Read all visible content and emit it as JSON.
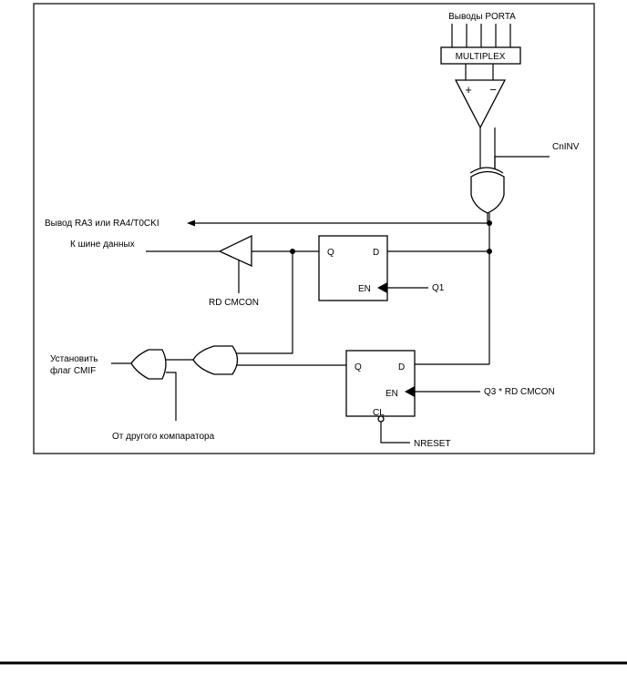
{
  "diagram": {
    "porta_label": "Выводы PORTA",
    "multiplex_label": "MULTIPLEX",
    "plus_sign": "+",
    "minus_sign": "−",
    "cninv_label": "CnINV",
    "ra_output_label": "Вывод RA3 или RA4/T0CKI",
    "databus_label": "К шине данных",
    "rd_cmcon_label": "RD CMCON",
    "latch1": {
      "q": "Q",
      "d": "D",
      "en": "EN",
      "en_signal": "Q1"
    },
    "latch2": {
      "q": "Q",
      "d": "D",
      "en": "EN",
      "cl": "CL",
      "en_signal": "Q3 * RD CMCON",
      "cl_signal": "NRESET"
    },
    "set_flag_line1": "Установить",
    "set_flag_line2": "флаг CMIF",
    "other_comparator_label": "От другого компаратора"
  }
}
